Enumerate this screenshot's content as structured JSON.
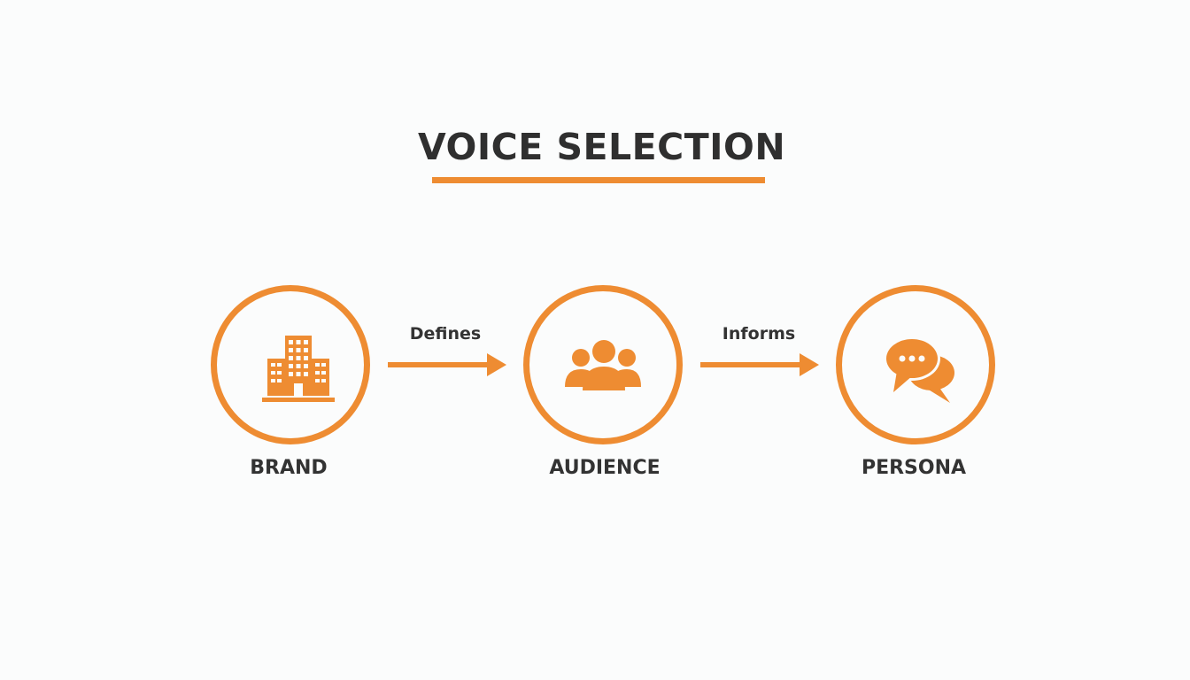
{
  "title": "VOICE SELECTION",
  "accent_color": "#ee8c32",
  "text_color": "#2f2f2f",
  "nodes": [
    {
      "label": "BRAND",
      "icon": "building-icon"
    },
    {
      "label": "AUDIENCE",
      "icon": "people-group-icon"
    },
    {
      "label": "PERSONA",
      "icon": "chat-bubbles-icon"
    }
  ],
  "edges": [
    {
      "from": "BRAND",
      "to": "AUDIENCE",
      "label": "Defines"
    },
    {
      "from": "AUDIENCE",
      "to": "PERSONA",
      "label": "Informs"
    }
  ]
}
